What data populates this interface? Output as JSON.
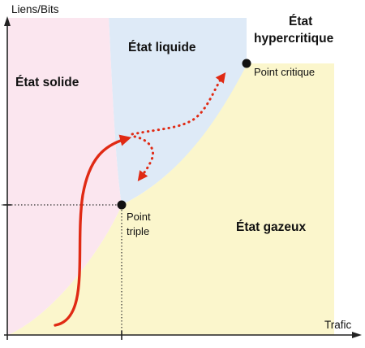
{
  "axes": {
    "y_label": "Liens/Bits",
    "x_label": "Trafic"
  },
  "regions": {
    "solid": "État solide",
    "liquid": "État liquide",
    "gas": "État gazeux",
    "supercritical_line1": "État",
    "supercritical_line2": "hypercritique"
  },
  "points": {
    "triple_line1": "Point",
    "triple_line2": "triple",
    "critical": "Point critique"
  },
  "colors": {
    "solid": "#fbe6ef",
    "liquid": "#deeaf7",
    "gas": "#fbf6cc",
    "arrow": "#e02a14",
    "axis": "#222222",
    "dot": "#111111"
  }
}
